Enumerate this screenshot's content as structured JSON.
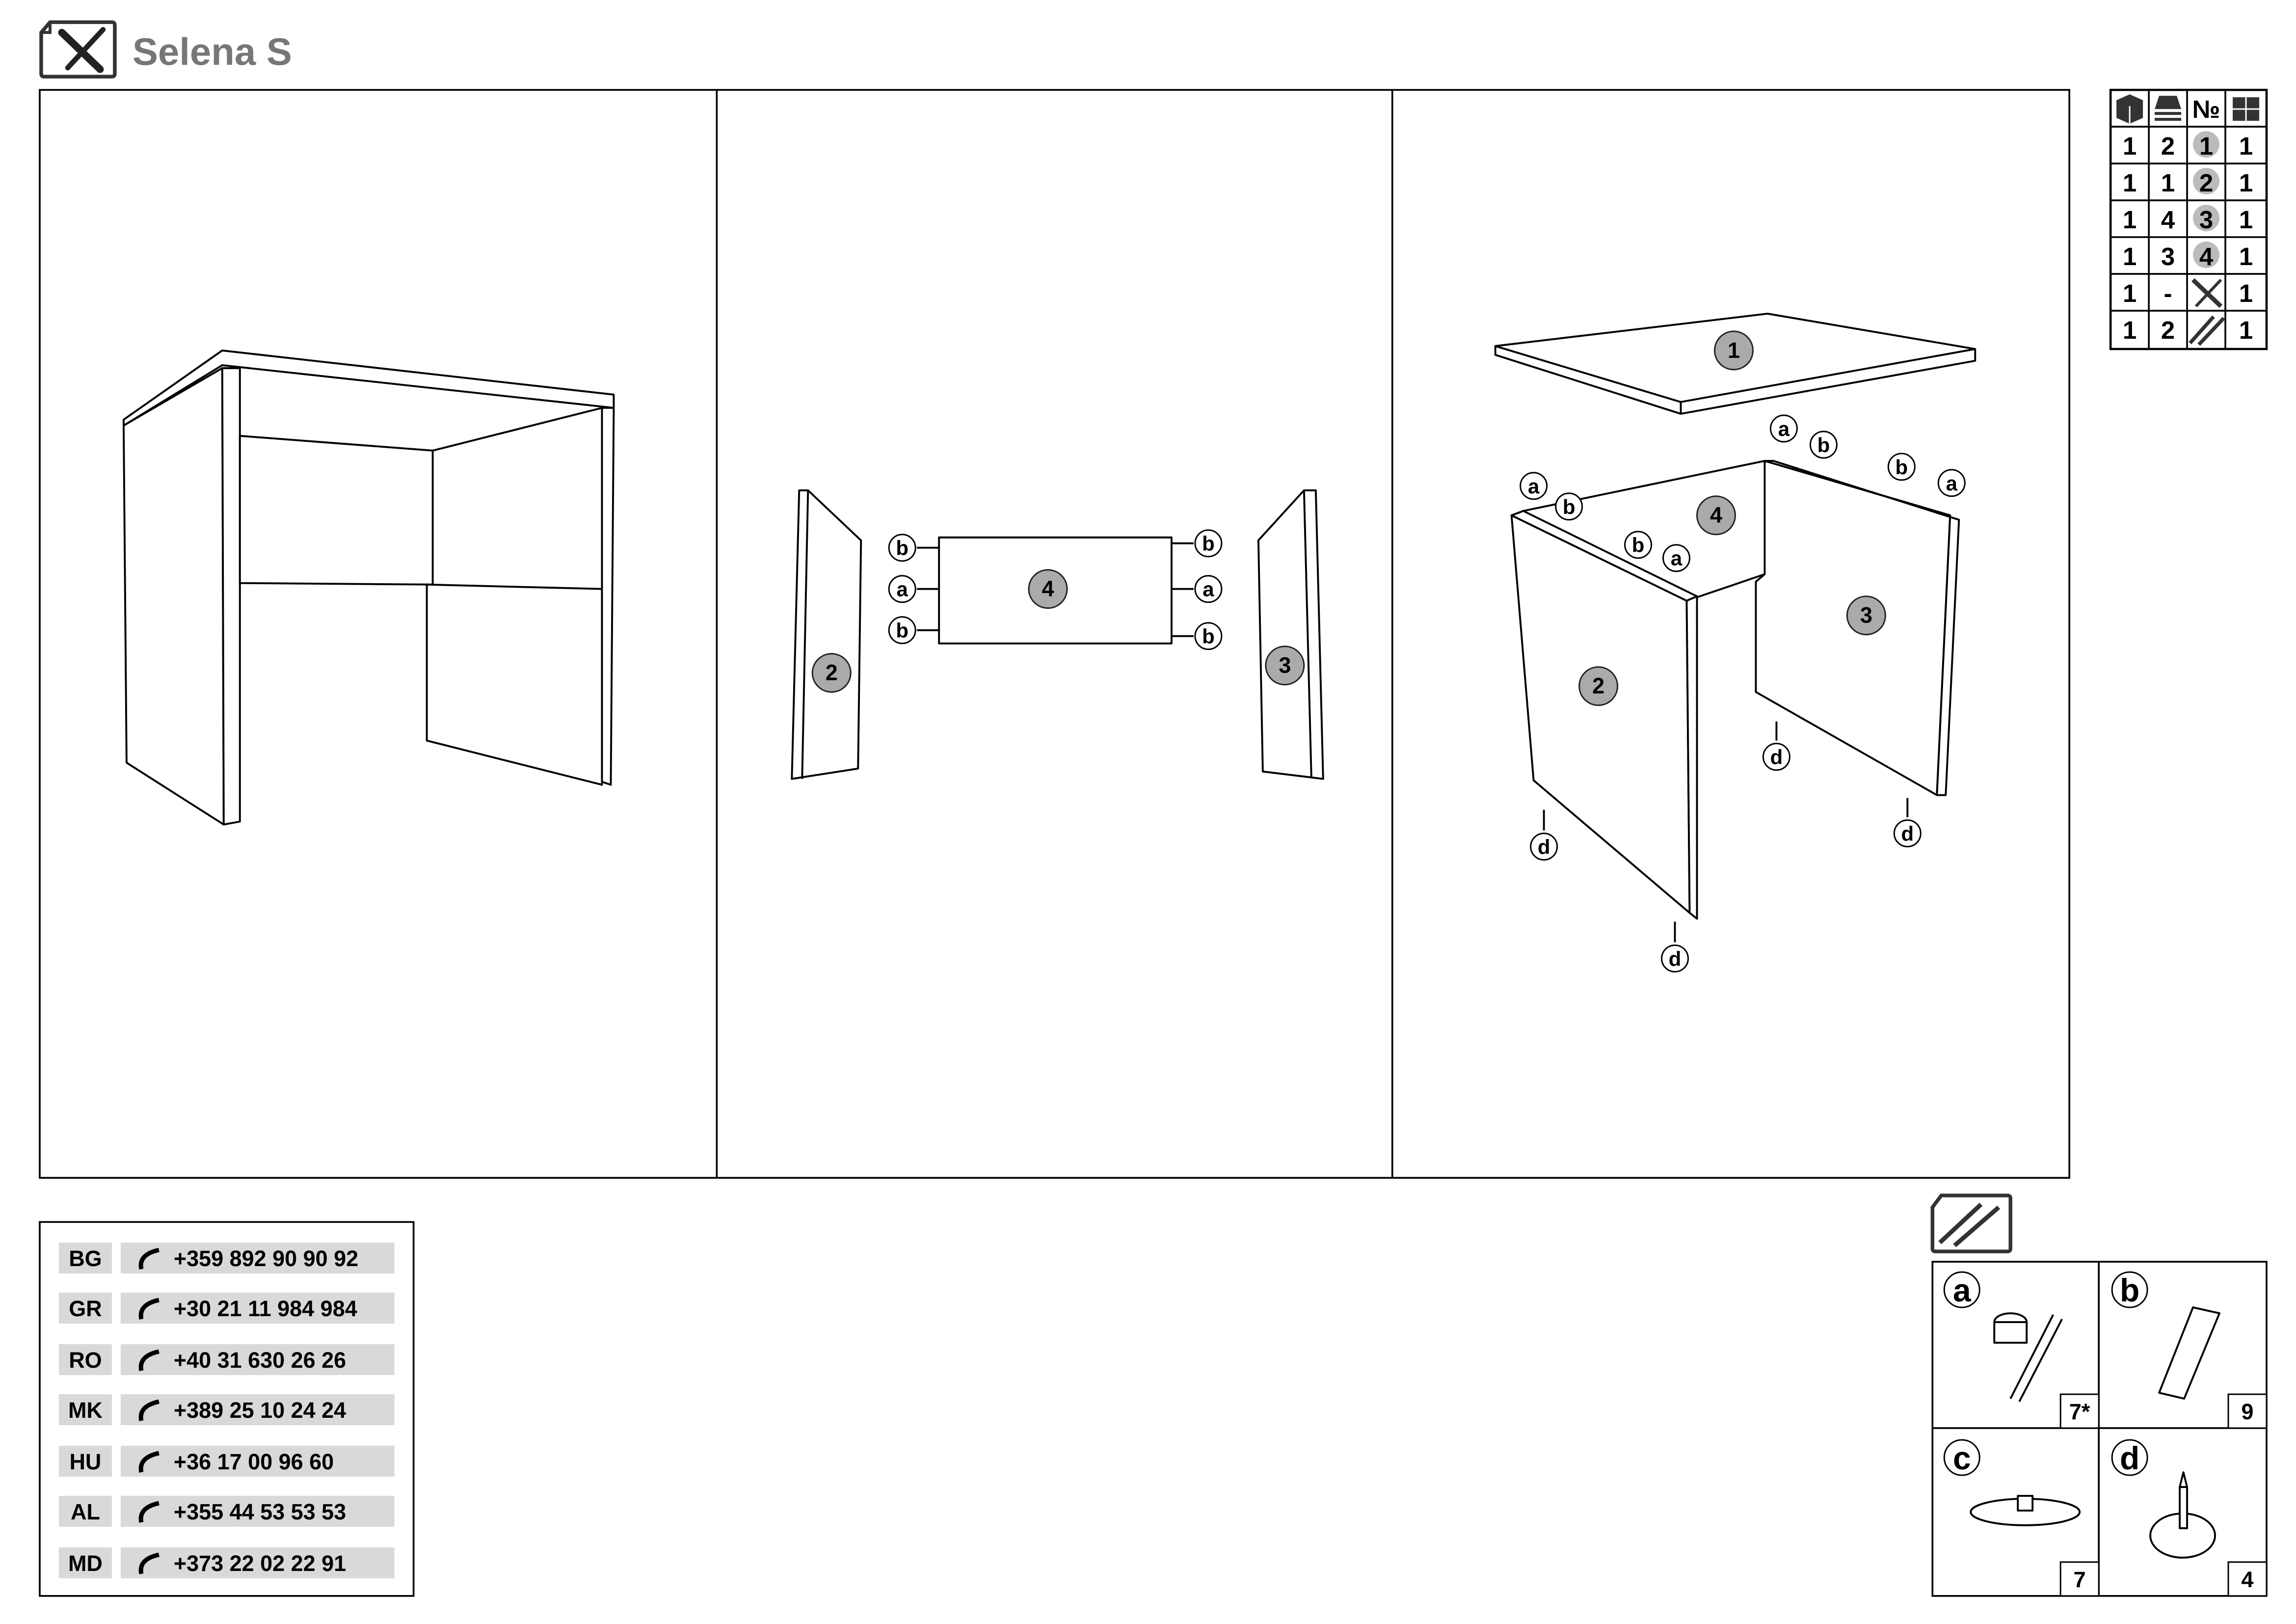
{
  "header": {
    "title": "Selena S",
    "icon": "tools-icon"
  },
  "parts_table": {
    "header_icons": [
      "package-icon",
      "stack-icon",
      "number-sign",
      "box-grid-icon"
    ],
    "header_number_label": "№",
    "rows": [
      {
        "package": "1",
        "quantity": "2",
        "part": "1",
        "box": "1"
      },
      {
        "package": "1",
        "quantity": "1",
        "part": "2",
        "box": "1"
      },
      {
        "package": "1",
        "quantity": "4",
        "part": "3",
        "box": "1"
      },
      {
        "package": "1",
        "quantity": "3",
        "part": "4",
        "box": "1"
      },
      {
        "package": "1",
        "quantity": "-",
        "part_icon": "tools-icon",
        "box": "1"
      },
      {
        "package": "1",
        "quantity": "2",
        "part_icon": "screws-icon",
        "box": "1"
      }
    ]
  },
  "diagram": {
    "step2": {
      "parts": [
        "2",
        "4",
        "3"
      ],
      "left_callouts": [
        "b",
        "a",
        "b"
      ],
      "right_callouts": [
        "b",
        "a",
        "b"
      ]
    },
    "step3": {
      "parts": [
        "1",
        "4",
        "2",
        "3"
      ],
      "callouts": [
        "a",
        "b",
        "b",
        "a",
        "a",
        "b",
        "b",
        "a",
        "d",
        "d",
        "d",
        "d"
      ]
    }
  },
  "support": {
    "rows": [
      {
        "country": "BG",
        "phone": "+359 892 90 90 92"
      },
      {
        "country": "GR",
        "phone": "+30 21 11 984 984"
      },
      {
        "country": "RO",
        "phone": "+40 31 630 26 26"
      },
      {
        "country": "MK",
        "phone": "+389 25 10 24 24"
      },
      {
        "country": "HU",
        "phone": "+36 17 00 96 60"
      },
      {
        "country": "AL",
        "phone": "+355 44 53 53 53"
      },
      {
        "country": "MD",
        "phone": "+373 22 02 22 91"
      }
    ]
  },
  "hardware": {
    "icon": "screws-icon",
    "items": [
      {
        "letter": "a",
        "name": "cam-lock-fitting",
        "count": "7*"
      },
      {
        "letter": "b",
        "name": "wooden-dowel",
        "count": "9"
      },
      {
        "letter": "c",
        "name": "glide-disc",
        "count": "7"
      },
      {
        "letter": "d",
        "name": "nail-glide",
        "count": "4"
      }
    ]
  },
  "colors": {
    "title": "#777777",
    "part_badge": "#aaaaaa",
    "phone_bg": "#d9d9d9"
  }
}
